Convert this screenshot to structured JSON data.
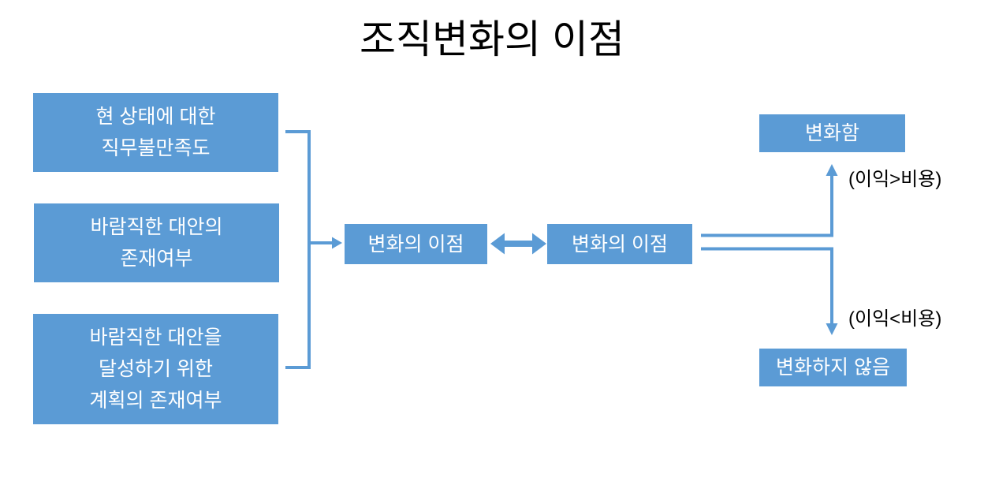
{
  "title": "조직변화의 이점",
  "colors": {
    "accent_blue": "#5B9BD5",
    "box_text": "#FFFFFF",
    "label_text": "#000000",
    "background": "#FFFFFF"
  },
  "antecedent_boxes": [
    {
      "lines": [
        "현 상태에 대한",
        "직무불만족도"
      ]
    },
    {
      "lines": [
        "바람직한 대안의",
        "존재여부"
      ]
    },
    {
      "lines": [
        "바람직한 대안을",
        "달성하기 위한",
        "계획의 존재여부"
      ]
    }
  ],
  "benefit_boxes": [
    {
      "label": "변화의 이점"
    },
    {
      "label": "변화의 이점"
    }
  ],
  "outcomes": {
    "change": {
      "label": "변화함",
      "condition": "(이익>비용)"
    },
    "no_change": {
      "label": "변화하지 않음",
      "condition": "(이익<비용)"
    }
  }
}
